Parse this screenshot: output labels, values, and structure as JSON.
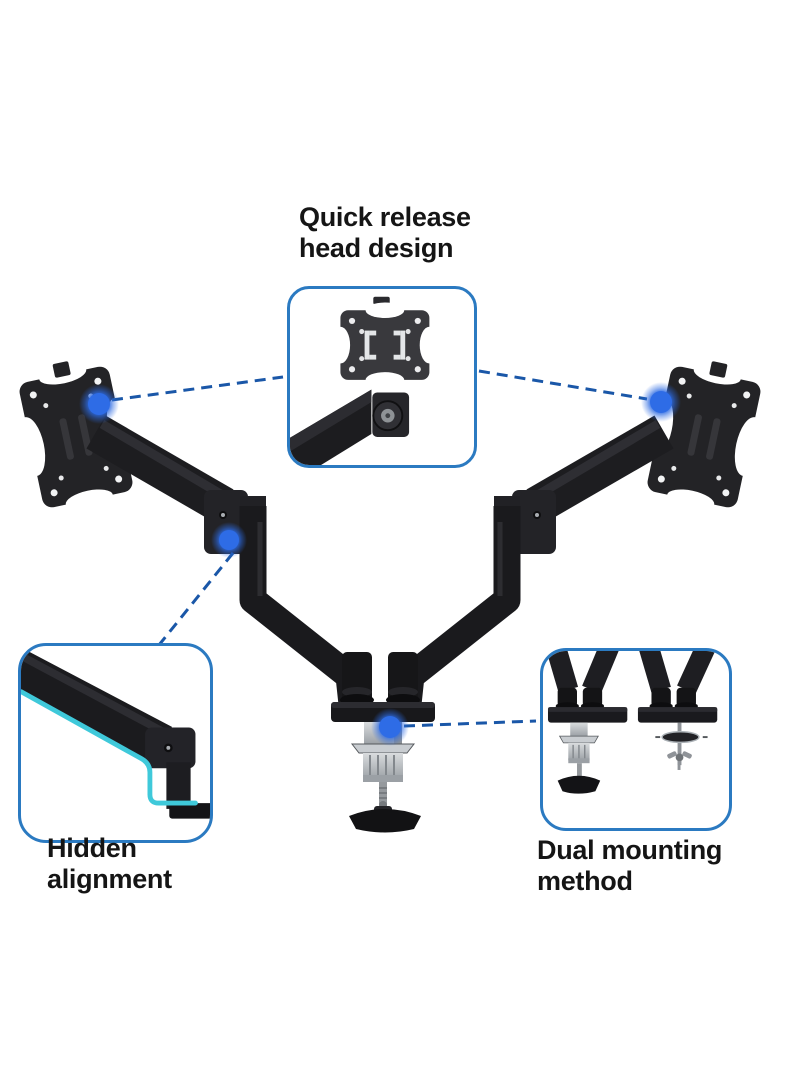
{
  "page": {
    "background": "#ffffff",
    "kind": "product-feature-image"
  },
  "product": {
    "subject": "dual monitor arm desk mount"
  },
  "callouts": {
    "quick_release": {
      "line1": "Quick release",
      "line2": "head design"
    },
    "hidden_alignment": {
      "line1": "Hidden",
      "line2": "alignment"
    },
    "dual_mounting": {
      "line1": "Dual mounting",
      "line2": "method"
    }
  },
  "figure": {
    "insets": [
      {
        "name": "quick-release-head-inset",
        "depicts": "VESA quick-release plate with thumbscrew above the arm head joint"
      },
      {
        "name": "hidden-alignment-inset",
        "depicts": "arm segment with concealed cyan cable routing"
      },
      {
        "name": "dual-mounting-inset",
        "depicts": "C-clamp base mount and grommet base mount side by side"
      }
    ],
    "marker_dots": 4,
    "connector_lines": 4
  },
  "colors": {
    "inset_border": "#2b7ac1",
    "connector_dash": "#1a57a8",
    "marker_dot": "#2e6ce6",
    "cable_accent": "#3fc9da",
    "arm_black": "#1c1c1f",
    "clamp_silver": "#b9bec3",
    "label_text": "#151515"
  }
}
